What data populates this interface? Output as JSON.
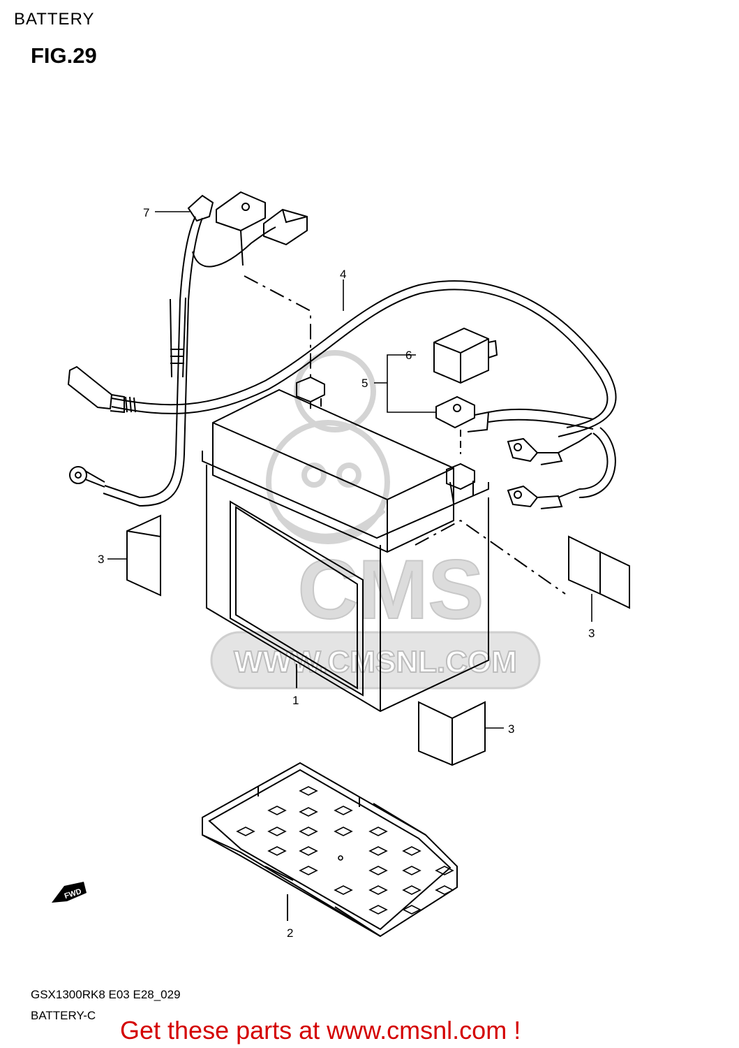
{
  "header": {
    "section_title": "BATTERY",
    "figure_number": "FIG.29"
  },
  "callouts": [
    {
      "id": "1",
      "text": "1"
    },
    {
      "id": "2",
      "text": "2"
    },
    {
      "id": "3a",
      "text": "3"
    },
    {
      "id": "3b",
      "text": "3"
    },
    {
      "id": "3c",
      "text": "3"
    },
    {
      "id": "4",
      "text": "4"
    },
    {
      "id": "5",
      "text": "5"
    },
    {
      "id": "6",
      "text": "6"
    },
    {
      "id": "7",
      "text": "7"
    }
  ],
  "watermark": {
    "brand": "CMS",
    "url": "WWW.CMSNL.COM"
  },
  "fwd_marker": "FWD",
  "footer": {
    "model_code": "GSX1300RK8 E03 E28_029",
    "sub_code": "BATTERY-C",
    "promo": "Get these parts at www.cmsnl.com !"
  },
  "colors": {
    "line": "#000000",
    "watermark": "#d4d4d4",
    "promo": "#d40000"
  }
}
